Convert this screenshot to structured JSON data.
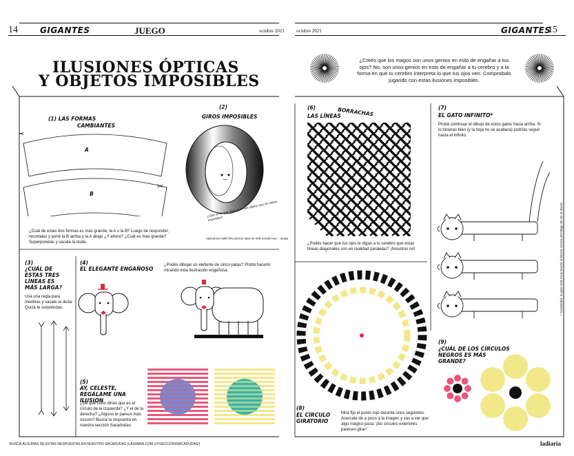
{
  "header": {
    "left_page": "14",
    "right_page": "15",
    "logo": "GIGANTES",
    "section": "JUEGO",
    "date_left": "octubre 2021",
    "date_right": "octubre 2021"
  },
  "title": {
    "line1": "ILUSIONES ÓPTICAS",
    "line2": "Y OBJETOS IMPOSIBLES"
  },
  "intro": {
    "text": "¿Creés que los magos son unos genios en esto de engañar a tus ojos? No, son unos genios en esto de engañar a tu cerebro y a la forma en que tu cerebro interpreta lo que tus ojos ven. Comprobalo jugando con estas ilusiones imposibles."
  },
  "s1": {
    "number": "(1)",
    "title_a": "LAS FORMAS",
    "title_b": "CAMBIANTES",
    "label_a": "A",
    "label_b": "B",
    "text": "¿Cuál de estas dos formas es más grande, la A o la B? Luego de responder, recortalas y poné la B arriba y la A abajo ¿Y ahora? ¿Cuál es más grande? Superponelas y sacate la duda."
  },
  "s2": {
    "number": "(2)",
    "title": "GIROS IMPOSIBLES",
    "curve_text": "¿Qué es lo que hace que este objeto sea un objeto imposible?",
    "answer": "Mmm... me parece que es este círculo hay gato encerrado"
  },
  "s3": {
    "number": "(3)",
    "title": "¿CUÁL DE ESTAS TRES LÍNEAS ES MÁS LARGA?",
    "text": "Usá una regla para medirlas y sacate la duda. Quizá te sorprendas."
  },
  "s4": {
    "number": "(4)",
    "title": "EL ELEGANTE ENGAÑOSO",
    "text": "¿Podés dibujar un elefante de cinco patas? Probá hacerlo mirando esta ilustración engañosa."
  },
  "s5": {
    "number": "(5)",
    "title": "AY, CELESTE, REGÁLAME UNA ILUSIÓN",
    "text": "¿De qué color dirías que es el círculo de la izquierda? ¿Y el de la derecha? ¿Alguno te parece más oscuro? Buscá la respuesta en nuestra sección Sacadudas."
  },
  "s6": {
    "number": "(6)",
    "title_a": "LAS LÍNEAS",
    "title_b": "BORRACHAS",
    "text": "¿Podés hacer que tus ojos le digan a tu cerebro que estas líneas diagonales son en realidad paralelas? ¡Nosotros no!"
  },
  "s7": {
    "number": "(7)",
    "title": "EL GATO INFINITO*",
    "text": "Probá continuar el dibujo de estos gatos hacia arriba. Si lo hicieras bien (y la hoja no se acabara) podrías seguir hasta el infinito.",
    "note": "* Curiosidad: el gato está escuchando la banda sonora del Mago de Oz en bucle."
  },
  "s8": {
    "number": "(8)",
    "title": "EL CÍRCULO GIRATORIO",
    "text": "Mirá fijo el punto rojo durante unos segundos. Acercate de a poco a la imagen y vas a ver que algo mágico pasa: ¡los círculos exteriores parecen girar!"
  },
  "s9": {
    "number": "(9)",
    "title": "¿CUÁL DE LOS CÍRCULOS NEGROS ES MÁS GRANDE?"
  },
  "footer": {
    "left": "BUSCÁ ALGUNAS DE ESTAS RESPUESTAS EN NUESTRO SACADUDAS (LADIARIA.COM.UY/SECCION/SACADUDAS/)",
    "brand": "ladiaria"
  },
  "colors": {
    "pink": "#e9577a",
    "blue": "#6a8fd8",
    "teal": "#35b4a8",
    "yellow": "#f2e88a",
    "red": "#e02a3c",
    "black": "#111111"
  }
}
